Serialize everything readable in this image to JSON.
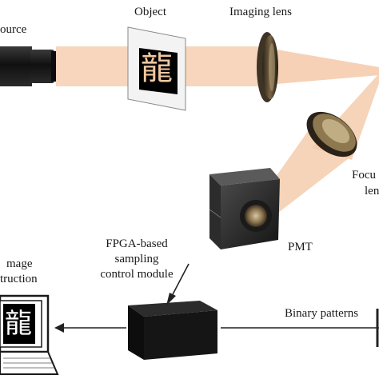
{
  "labels": {
    "source": "ource",
    "object": "Object",
    "imaging_lens": "Imaging lens",
    "focusing_lens_line1": "Focu",
    "focusing_lens_line2": "len",
    "pmt": "PMT",
    "fpga_line1": "FPGA-based",
    "fpga_line2": "sampling",
    "fpga_line3": "control module",
    "image_recon_line1": "mage",
    "image_recon_line2": "truction",
    "binary_patterns": "Binary patterns"
  },
  "glyphs": {
    "object_character": "龍",
    "display_character": "龍"
  },
  "colors": {
    "beam": "#f4c9a8",
    "lens_rim": "#4a3a2a",
    "lens_glass": "#c8b48a",
    "camera_body": "#1e1e1e",
    "pmt_body": "#2b2b2b",
    "fpga_box": "#141414",
    "arrow": "#222222",
    "text": "#1a1a1a"
  }
}
